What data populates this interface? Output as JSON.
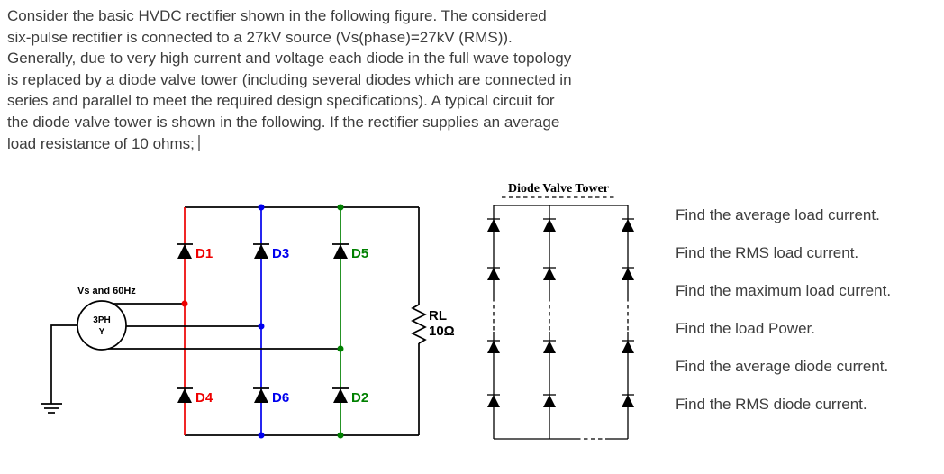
{
  "problem": {
    "lines": [
      "Consider the basic HVDC rectifier shown in the following figure.  The considered",
      "six-pulse rectifier is connected to a 27kV source (Vs(phase)=27kV (RMS)).",
      "Generally, due to very high current and voltage each diode in the full wave topology",
      "is replaced by a diode valve tower (including several diodes which are connected in",
      "series and parallel to meet the required design specifications). A typical circuit for",
      "the diode valve tower is shown in the following.  If the rectifier supplies an average",
      "load resistance of 10 ohms;"
    ]
  },
  "circuit": {
    "source": {
      "label": "Vs and 60Hz",
      "type": "3PH",
      "config": "Y"
    },
    "diodes": [
      {
        "id": "D1",
        "color": "#ee0000"
      },
      {
        "id": "D3",
        "color": "#0000ee"
      },
      {
        "id": "D5",
        "color": "#008000"
      },
      {
        "id": "D4",
        "color": "#ee0000"
      },
      {
        "id": "D6",
        "color": "#0000ee"
      },
      {
        "id": "D2",
        "color": "#008000"
      }
    ],
    "load": {
      "name": "RL",
      "value": "10Ω"
    },
    "colors": {
      "phase_a": "#ee0000",
      "phase_b": "#0000ee",
      "phase_c": "#008000",
      "wire": "#000000"
    }
  },
  "valve_tower": {
    "title": "Diode Valve Tower"
  },
  "questions": [
    "Find the average load current.",
    "Find the RMS load current.",
    "Find the maximum load current.",
    "Find the load Power.",
    "Find the average diode current.",
    "Find the RMS diode current."
  ]
}
